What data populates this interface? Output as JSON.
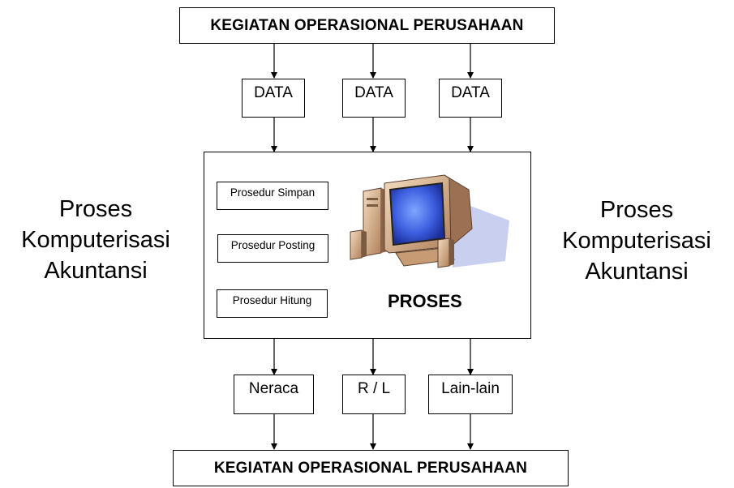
{
  "top": {
    "label": "KEGIATAN OPERASIONAL  PERUSAHAAN"
  },
  "bottom": {
    "label": "KEGIATAN OPERASIONAL  PERUSAHAAN"
  },
  "data_inputs": [
    "DATA",
    "DATA",
    "DATA"
  ],
  "procedures": [
    "Prosedur Simpan",
    "Prosedur Posting",
    "Prosedur Hitung"
  ],
  "process_label": "PROSES",
  "outputs": [
    "Neraca",
    "R / L",
    "Lain-lain"
  ],
  "side_left": {
    "line1": "Proses",
    "line2": "Komputerisasi",
    "line3": "Akuntansi"
  },
  "side_right": {
    "line1": "Proses",
    "line2": "Komputerisasi",
    "line3": "Akuntansi"
  }
}
